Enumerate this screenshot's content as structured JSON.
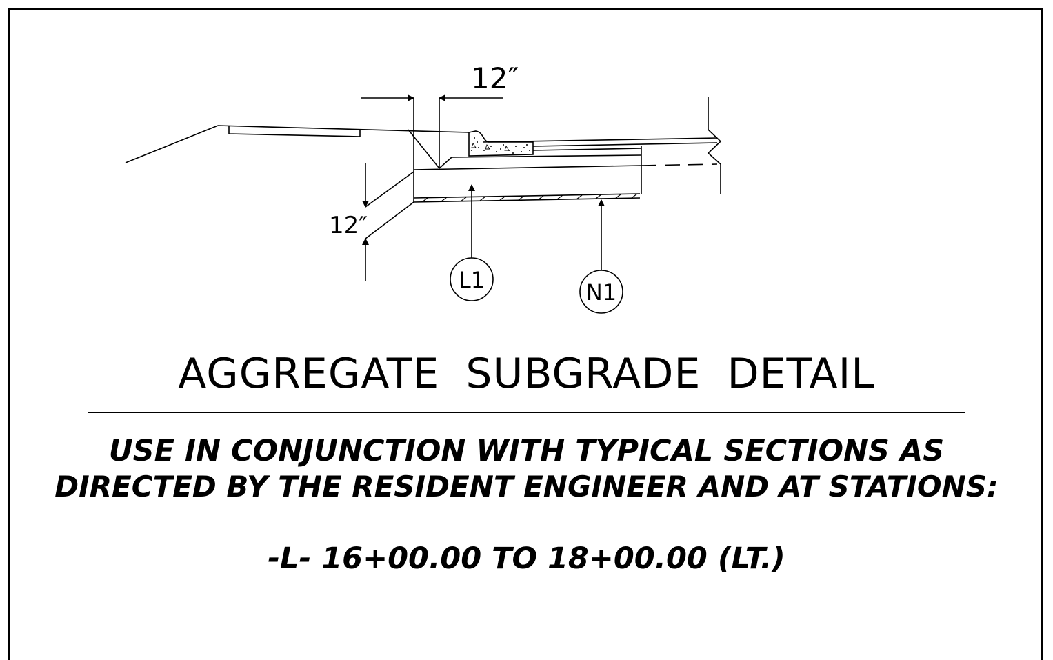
{
  "detail": {
    "dim_top": "12″",
    "dim_left": "12″",
    "callout_l1": "L1",
    "callout_n1": "N1"
  },
  "title": "AGGREGATE SUBGRADE DETAIL",
  "notes": {
    "line1": "USE IN CONJUNCTION WITH TYPICAL SECTIONS AS",
    "line2": "DIRECTED BY THE RESIDENT ENGINEER AND AT STATIONS:",
    "stations": "-L- 16+00.00 TO 18+00.00 (LT.)"
  }
}
